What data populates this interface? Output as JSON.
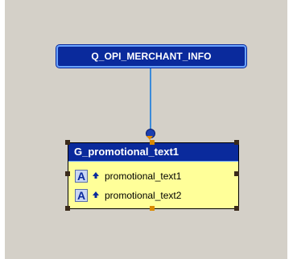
{
  "query": {
    "label": "Q_OPI_MERCHANT_INFO"
  },
  "group": {
    "title": "G_promotional_text1",
    "items": [
      {
        "type_icon": "A",
        "label": "promotional_text1"
      },
      {
        "type_icon": "A",
        "label": "promotional_text2"
      }
    ]
  },
  "colors": {
    "canvas": "#d4d0c8",
    "node_header": "#0a2a9c",
    "node_body": "#ffff99",
    "connector": "#3b8ad9"
  }
}
